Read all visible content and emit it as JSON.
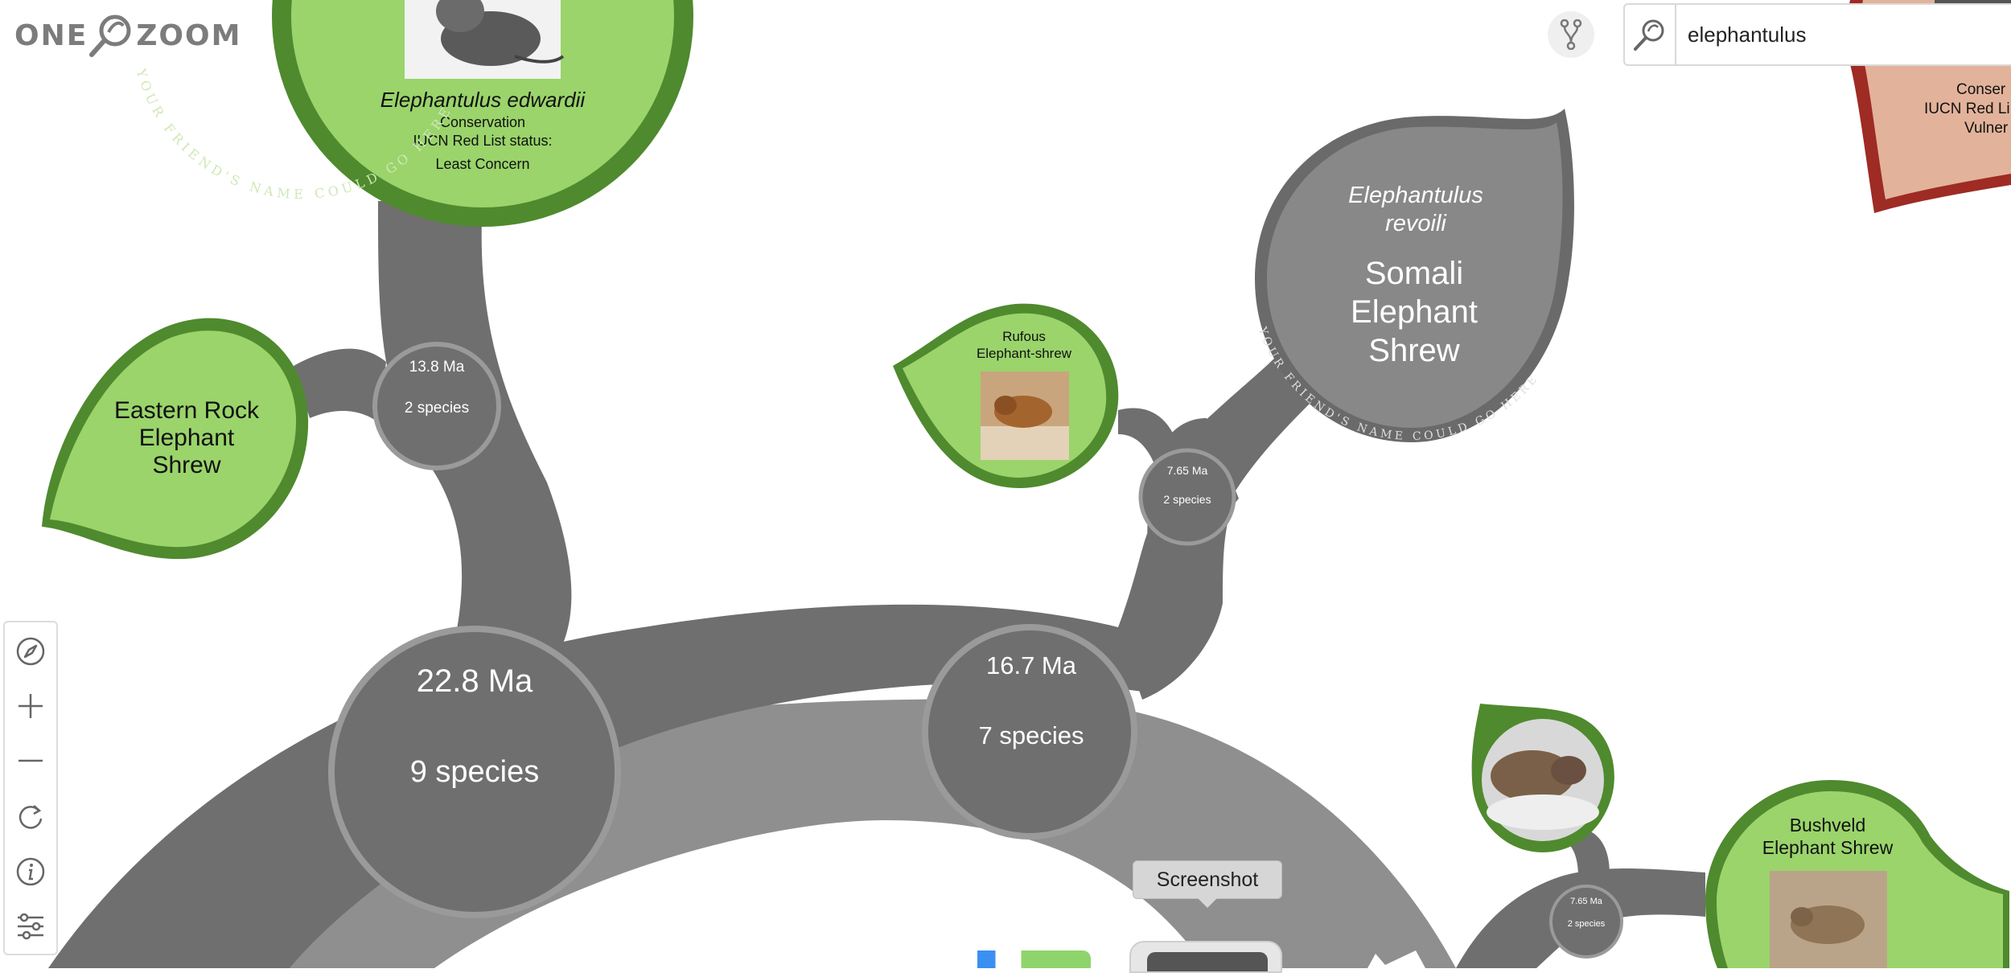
{
  "app": {
    "logo_left": "ONE",
    "logo_right": "ZOOM"
  },
  "search": {
    "value": "elephantulus"
  },
  "tooltip": {
    "label": "Screenshot"
  },
  "nodes": {
    "big_left": {
      "age": "22.8 Ma",
      "species": "9 species"
    },
    "big_mid": {
      "age": "16.7 Ma",
      "species": "7 species"
    },
    "small_left": {
      "age": "13.8 Ma",
      "species": "2 species"
    },
    "small_mid": {
      "age": "7.65 Ma",
      "species": "2 species"
    },
    "small_right": {
      "age": "7.65 Ma",
      "species": "2 species"
    }
  },
  "leaves": {
    "edwardii": {
      "latin": "Elephantulus edwardii",
      "line1": "Conservation",
      "line2": "IUCN Red List status:",
      "line3": "Least Concern",
      "ring": "YOUR FRIEND'S NAME COULD GO HERE"
    },
    "eastern_rock": {
      "line1": "Eastern Rock",
      "line2": "Elephant",
      "line3": "Shrew"
    },
    "rufous": {
      "line1": "Rufous",
      "line2": "Elephant-shrew"
    },
    "revoili": {
      "latin1": "Elephantulus",
      "latin2": "revoili",
      "line1": "Somali",
      "line2": "Elephant",
      "line3": "Shrew",
      "ring": "YOUR FRIEND'S NAME COULD GO HERE"
    },
    "bushveld": {
      "line1": "Bushveld",
      "line2": "Elephant Shrew"
    },
    "topright": {
      "line1": "Conser",
      "line2": "IUCN Red Li",
      "line3": "Vulner"
    }
  },
  "colors": {
    "branch_dark": "#6f6f6f",
    "branch_light": "#8f8f8f",
    "node_ring": "#9a9a9a",
    "leaf_green": "#9ad46b",
    "leaf_green_dark": "#4f8a2e",
    "leaf_grey": "#888888",
    "leaf_grey_dark": "#6a6a6a",
    "vulnerable_fill": "#e2b39a",
    "vulnerable_ring": "#9e2b24"
  }
}
